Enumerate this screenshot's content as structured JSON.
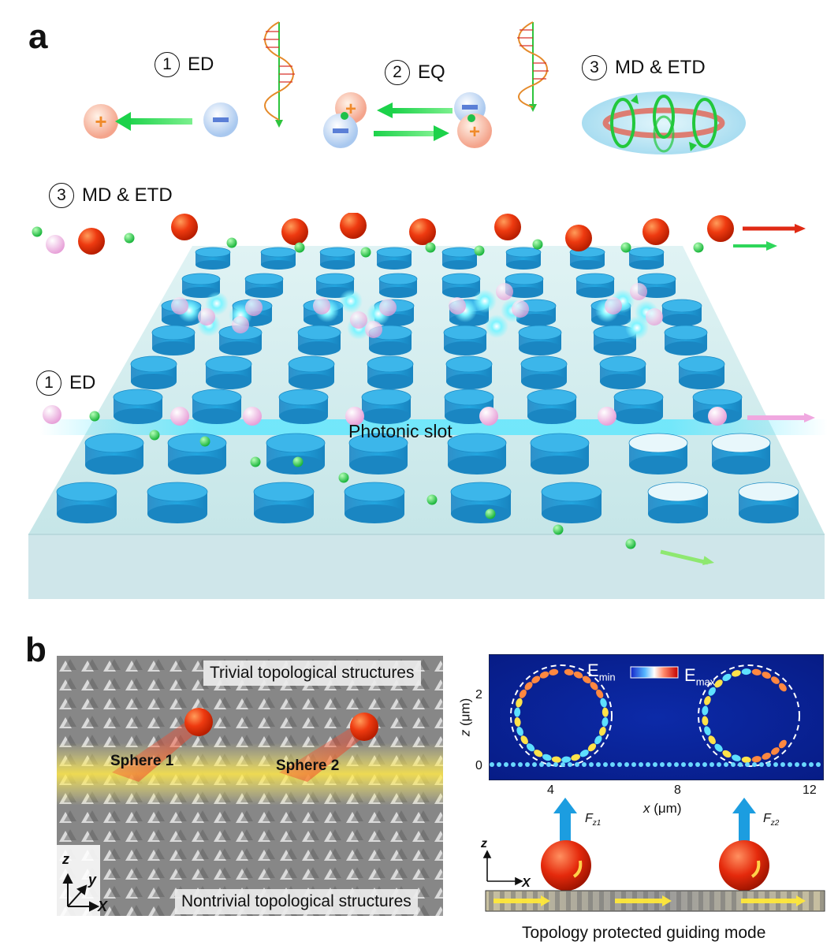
{
  "panels": {
    "a": "a",
    "b": "b"
  },
  "panel_a": {
    "modes": [
      {
        "num": "1",
        "label": "ED"
      },
      {
        "num": "2",
        "label": "EQ"
      },
      {
        "num": "3",
        "label": "MD & ETD"
      }
    ],
    "side_labels": [
      {
        "num": "3",
        "label": "MD & ETD"
      },
      {
        "num": "1",
        "label": "ED"
      }
    ],
    "slot_label": "Photonic slot",
    "colors": {
      "slab": "#d4eef0",
      "pillar": "#1e9fd9",
      "large_particle": "#e82a0a",
      "medium_particle": "#f1b6e0",
      "small_particle": "#35c84a"
    }
  },
  "panel_b": {
    "top_banner": "Trivial topological structures",
    "bottom_banner": "Nontrivial topological structures",
    "spheres": [
      "Sphere 1",
      "Sphere 2"
    ],
    "axes3d": {
      "z": "z",
      "y": "y",
      "x": "X"
    },
    "field_map": {
      "ylabel": "z (μm)",
      "xlabel": "x (μm)",
      "yticks": [
        "0",
        "2"
      ],
      "xticks": [
        "4",
        "8",
        "12"
      ],
      "colorbar_min": "E",
      "colorbar_min_sub": "min",
      "colorbar_max": "E",
      "colorbar_max_sub": "max"
    },
    "forces": [
      {
        "F": "F",
        "sub": "z1"
      },
      {
        "F": "F",
        "sub": "z2"
      }
    ],
    "axes2d": {
      "z": "z",
      "x": "X"
    },
    "caption": "Topology protected guiding mode"
  }
}
